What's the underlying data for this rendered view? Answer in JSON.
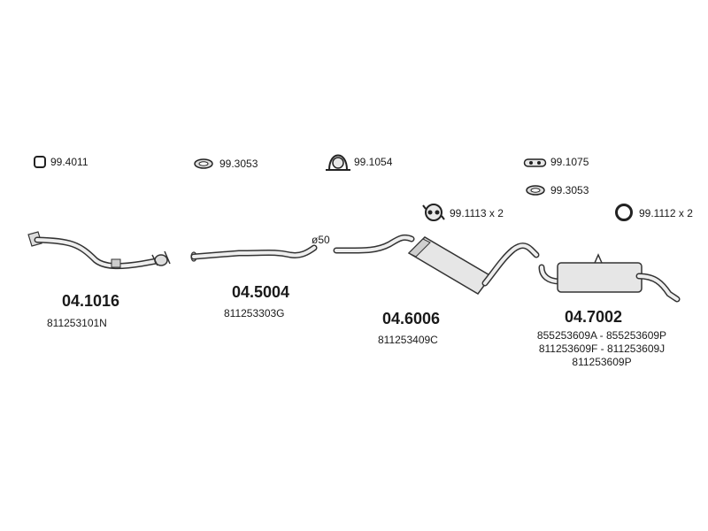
{
  "accessories": [
    {
      "code": "99.4011",
      "icon": "square-clamp-icon"
    },
    {
      "code": "99.3053",
      "icon": "ring-gasket-icon"
    },
    {
      "code": "99.1054",
      "icon": "u-bolt-clamp-icon"
    },
    {
      "code": "99.1075",
      "icon": "rubber-hanger-icon"
    },
    {
      "code": "99.3053",
      "icon": "ring-gasket-icon"
    },
    {
      "code": "99.1113 x 2",
      "icon": "rubber-mount-icon"
    },
    {
      "code": "99.1112 x 2",
      "icon": "o-ring-icon"
    }
  ],
  "parts": [
    {
      "code": "04.1016",
      "oem": [
        "811253101N"
      ]
    },
    {
      "code": "04.5004",
      "oem": [
        "811253303G"
      ],
      "note": "ø50"
    },
    {
      "code": "04.6006",
      "oem": [
        "811253409C"
      ]
    },
    {
      "code": "04.7002",
      "oem": [
        "855253609A - 855253609P",
        "811253609F - 811253609J",
        "811253609P"
      ]
    }
  ]
}
